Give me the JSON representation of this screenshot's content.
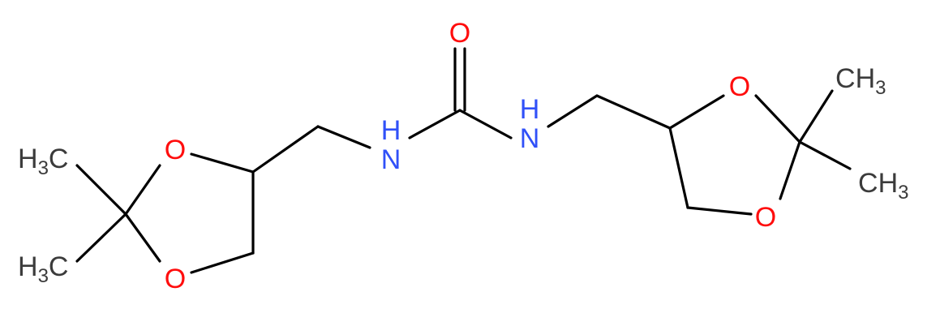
{
  "molecule": {
    "colors": {
      "bond": "#000000",
      "carbon_label": "#3b3b3b",
      "oxygen": "#ff0d0d",
      "nitrogen": "#3050f8"
    },
    "atoms": {
      "o_carbonyl": "O",
      "n_left": "N",
      "h_left": "H",
      "n_right": "N",
      "h_right": "H",
      "o_left_upper": "O",
      "o_left_lower": "O",
      "o_right_upper": "O",
      "o_right_lower": "O",
      "ch3_left_upper": {
        "H": "H",
        "sub": "3",
        "C": "C"
      },
      "ch3_left_lower": {
        "H": "H",
        "sub": "3",
        "C": "C"
      },
      "ch3_right_upper": {
        "C": "C",
        "H": "H",
        "sub": "3"
      },
      "ch3_right_lower": {
        "C": "C",
        "H": "H",
        "sub": "3"
      }
    }
  }
}
